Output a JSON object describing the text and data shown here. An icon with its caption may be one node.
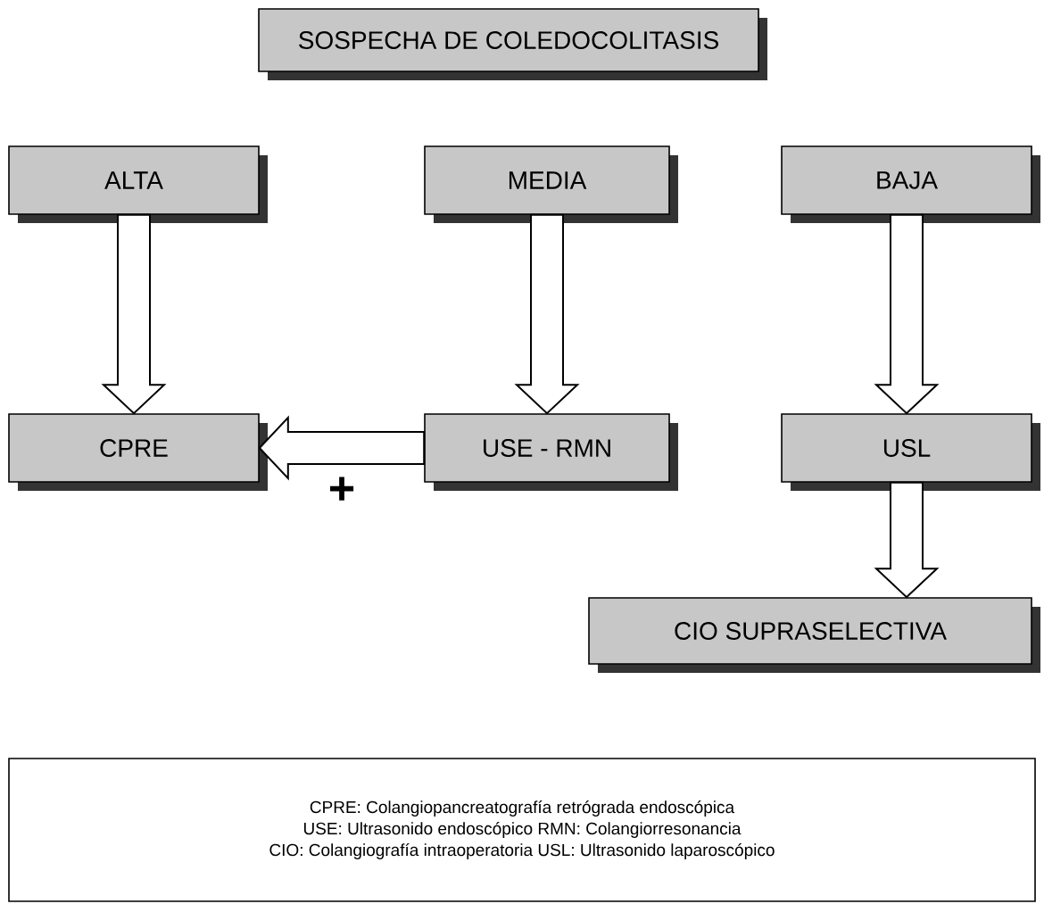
{
  "diagram": {
    "nodes": [
      {
        "text": [
          "SOSPECHA DE COLEDOCOLITASIS"
        ]
      },
      {
        "text": [
          "ALTA"
        ]
      },
      {
        "text": [
          "MEDIA"
        ]
      },
      {
        "text": [
          "BAJA"
        ]
      },
      {
        "text": [
          "CPRE"
        ]
      },
      {
        "text": [
          "USE - RMN"
        ]
      },
      {
        "text": [
          "USL"
        ]
      },
      {
        "text": [
          "CIO SUPRASELECTIVA"
        ]
      },
      {
        "text": [
          "CPRE: Colangiopancreatografía retrógrada endoscópica",
          "USE: Ultrasonido endoscópico RMN: Colangiorresonancia",
          "CIO: Colangiografía intraoperatoria USL: Ultrasonido laparoscópico"
        ]
      }
    ],
    "edges": [
      {
        "from": 1,
        "to": 4,
        "arrow": "to"
      },
      {
        "from": 2,
        "to": 5,
        "arrow": "to"
      },
      {
        "from": 3,
        "to": 6,
        "arrow": "to"
      },
      {
        "from": 5,
        "to": 4,
        "arrow": "to",
        "label": "+"
      },
      {
        "from": 6,
        "to": 7,
        "arrow": "to"
      }
    ]
  }
}
